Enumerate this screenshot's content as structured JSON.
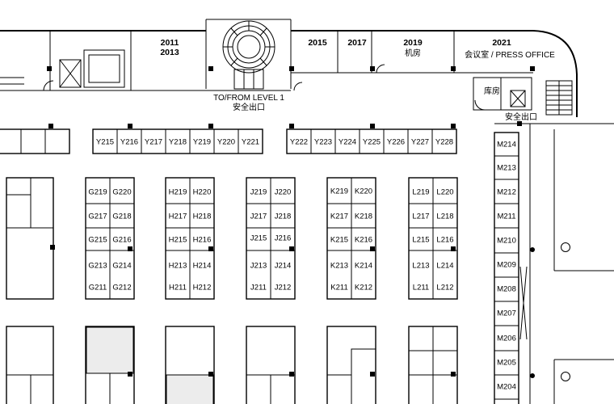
{
  "rooms": {
    "r2011": "2011",
    "r2013": "2013",
    "r2015": "2015",
    "r2017": "2017",
    "r2019": "2019",
    "r2019_sub": "机房",
    "r2021": "2021",
    "r2021_sub": "会议室 / PRESS OFFICE",
    "storage": "库房"
  },
  "labels": {
    "stair_line1": "TO/FROM LEVEL 1",
    "stair_line2": "安全出口",
    "exit_right": "安全出口"
  },
  "booths": {
    "y_row_a": [
      "Y215",
      "Y216",
      "Y217",
      "Y218",
      "Y219",
      "Y220",
      "Y221"
    ],
    "y_row_b": [
      "Y222",
      "Y223",
      "Y224",
      "Y225",
      "Y226",
      "Y227",
      "Y228"
    ],
    "g": [
      [
        "G219",
        "G220"
      ],
      [
        "G217",
        "G218"
      ],
      [
        "G215",
        "G216"
      ],
      [
        "G213",
        "G214"
      ],
      [
        "G211",
        "G212"
      ]
    ],
    "h": [
      [
        "H219",
        "H220"
      ],
      [
        "H217",
        "H218"
      ],
      [
        "H215",
        "H216"
      ],
      [
        "H213",
        "H214"
      ],
      [
        "H211",
        "H212"
      ]
    ],
    "j": [
      [
        "J219",
        "J220"
      ],
      [
        "J217",
        "J218"
      ],
      [
        "J215",
        "J216"
      ],
      [
        "J213",
        "J214"
      ],
      [
        "J211",
        "J212"
      ]
    ],
    "k": [
      [
        "K219",
        "K220"
      ],
      [
        "K217",
        "K218"
      ],
      [
        "K215",
        "K216"
      ],
      [
        "K213",
        "K214"
      ],
      [
        "K211",
        "K212"
      ]
    ],
    "l": [
      [
        "L219",
        "L220"
      ],
      [
        "L217",
        "L218"
      ],
      [
        "L215",
        "L216"
      ],
      [
        "L213",
        "L214"
      ],
      [
        "L211",
        "L212"
      ]
    ],
    "m": [
      "M214",
      "M213",
      "M212",
      "M211",
      "M210",
      "M209",
      "M208",
      "M207",
      "M206",
      "M205",
      "M204"
    ]
  }
}
